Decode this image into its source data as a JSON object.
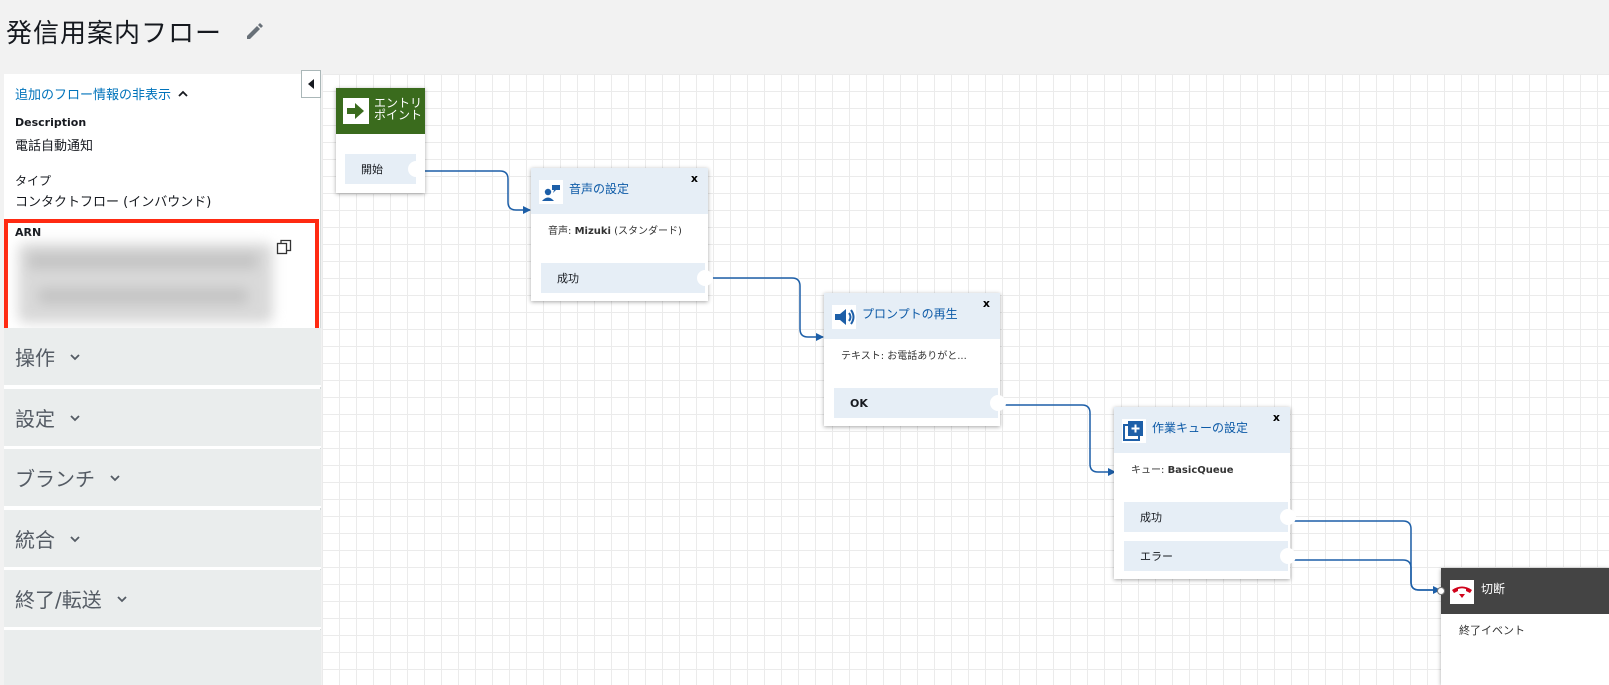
{
  "header": {
    "title": "発信用案内フロー"
  },
  "sidebar": {
    "toggle_label": "追加のフロー情報の非表示",
    "description_label": "Description",
    "description_value": "電話自動通知",
    "type_label": "タイプ",
    "type_value": "コンタクトフロー (インバウンド)",
    "arn_label": "ARN",
    "sections": [
      {
        "label": "操作"
      },
      {
        "label": "設定"
      },
      {
        "label": "ブランチ"
      },
      {
        "label": "統合"
      },
      {
        "label": "終了/転送"
      }
    ]
  },
  "blocks": {
    "entry": {
      "title": "エントリポイント",
      "branch": "開始"
    },
    "voice": {
      "title": "音声の設定",
      "desc_key": "音声:",
      "desc_value": "Mizuki",
      "desc_rest": " (スタンダード)",
      "branch": "成功"
    },
    "prompt": {
      "title": "プロンプトの再生",
      "desc": "テキスト: お電話ありがと...",
      "branch": "OK"
    },
    "queue": {
      "title": "作業キューの設定",
      "desc_key": "キュー:",
      "desc_value": "BasicQueue",
      "branches": [
        "成功",
        "エラー"
      ]
    },
    "disconnect": {
      "title": "切断",
      "desc": "終了イベント"
    },
    "close_label": "x"
  },
  "colors": {
    "accent": "#0073bb",
    "highlight_border": "#ff2a12",
    "entry_green": "#3a6b1d",
    "wire_blue": "#1d5fa8",
    "disconnect_dark": "#444444",
    "phone_red": "#d0021b"
  }
}
